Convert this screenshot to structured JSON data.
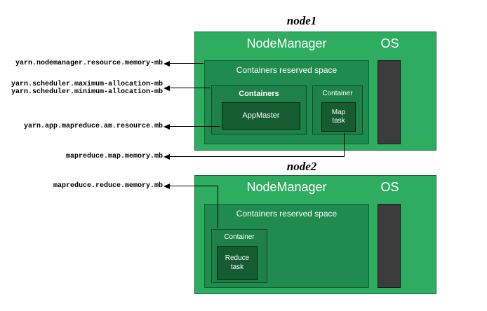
{
  "node1": {
    "title": "node1",
    "nodemanager": "NodeManager",
    "os": "OS",
    "reserved": "Containers reserved space",
    "containers": "Containers",
    "appmaster": "AppMaster",
    "container": "Container",
    "map_task": "Map\ntask"
  },
  "node2": {
    "title": "node2",
    "nodemanager": "NodeManager",
    "os": "OS",
    "reserved": "Containers reserved space",
    "container": "Container",
    "reduce_task": "Reduce\ntask"
  },
  "config_labels": {
    "nodemanager_resource": "yarn.nodemanager.resource.memory-mb",
    "scheduler_max": "yarn.scheduler.maximum-allocation-mb",
    "scheduler_min": "yarn.scheduler.minimum-allocation-mb",
    "am_resource": "yarn.app.mapreduce.am.resource.mb",
    "map_memory": "mapreduce.map.memory.mb",
    "reduce_memory": "mapreduce.reduce.memory.mb"
  },
  "colors": {
    "nodemanager_fill": "#2ead60",
    "reserved_fill": "#1f8b4e",
    "inner_fill": "#1d8148",
    "task_fill": "#155c33",
    "os_fill": "#3c3c3c"
  }
}
